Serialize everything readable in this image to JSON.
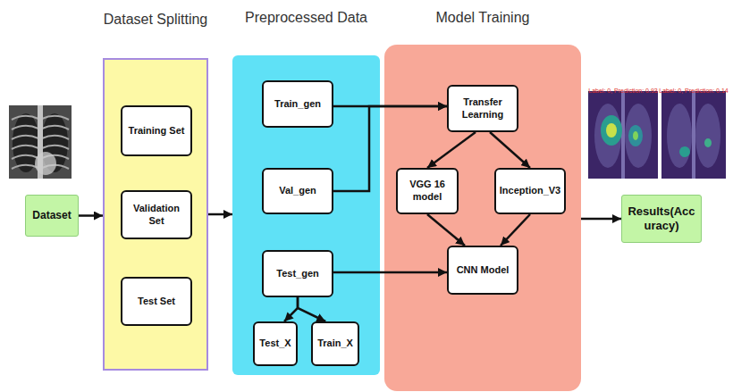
{
  "diagram": {
    "nodes": [
      {
        "text": [
          "Dataset"
        ]
      },
      {
        "text": [
          "Dataset Splitting"
        ]
      },
      {
        "text": [
          "Training Set"
        ],
        "in": 1
      },
      {
        "text": [
          "Validation Set"
        ],
        "in": 1
      },
      {
        "text": [
          "Test Set"
        ],
        "in": 1
      },
      {
        "text": [
          "Preprocessed Data"
        ]
      },
      {
        "text": [
          "Train_gen"
        ],
        "in": 5
      },
      {
        "text": [
          "Val_gen"
        ],
        "in": 5
      },
      {
        "text": [
          "Test_gen"
        ],
        "in": 5
      },
      {
        "text": [
          "Test_X"
        ],
        "in": 5
      },
      {
        "text": [
          "Train_X"
        ],
        "in": 5
      },
      {
        "text": [
          "Model Training"
        ]
      },
      {
        "text": [
          "Transfer Learning"
        ],
        "in": 11
      },
      {
        "text": [
          "VGG 16 model"
        ],
        "in": 11
      },
      {
        "text": [
          "Inception_V3"
        ],
        "in": 11
      },
      {
        "text": [
          "CNN Model"
        ],
        "in": 11
      },
      {
        "text": [
          "Results(Acc uracy)"
        ]
      }
    ],
    "edges": [
      {
        "from": 0,
        "to": 1,
        "arrow": "to"
      },
      {
        "from": 1,
        "to": 5,
        "arrow": "to"
      },
      {
        "from": 6,
        "to": 12,
        "arrow": "to"
      },
      {
        "from": 7,
        "to": 12,
        "arrow": "to"
      },
      {
        "from": 12,
        "to": 13,
        "arrow": "to"
      },
      {
        "from": 12,
        "to": 14,
        "arrow": "to"
      },
      {
        "from": 13,
        "to": 15,
        "arrow": "to"
      },
      {
        "from": 14,
        "to": 15,
        "arrow": "to"
      },
      {
        "from": 8,
        "to": 15,
        "arrow": "to"
      },
      {
        "from": 8,
        "to": 9,
        "arrow": "to"
      },
      {
        "from": 8,
        "to": 10,
        "arrow": "to"
      },
      {
        "from": 11,
        "to": 16,
        "arrow": "to"
      }
    ],
    "labels": [
      "Label: 0, Prediction: 0.93",
      "Label: 0, Prediction: 0.14"
    ]
  }
}
